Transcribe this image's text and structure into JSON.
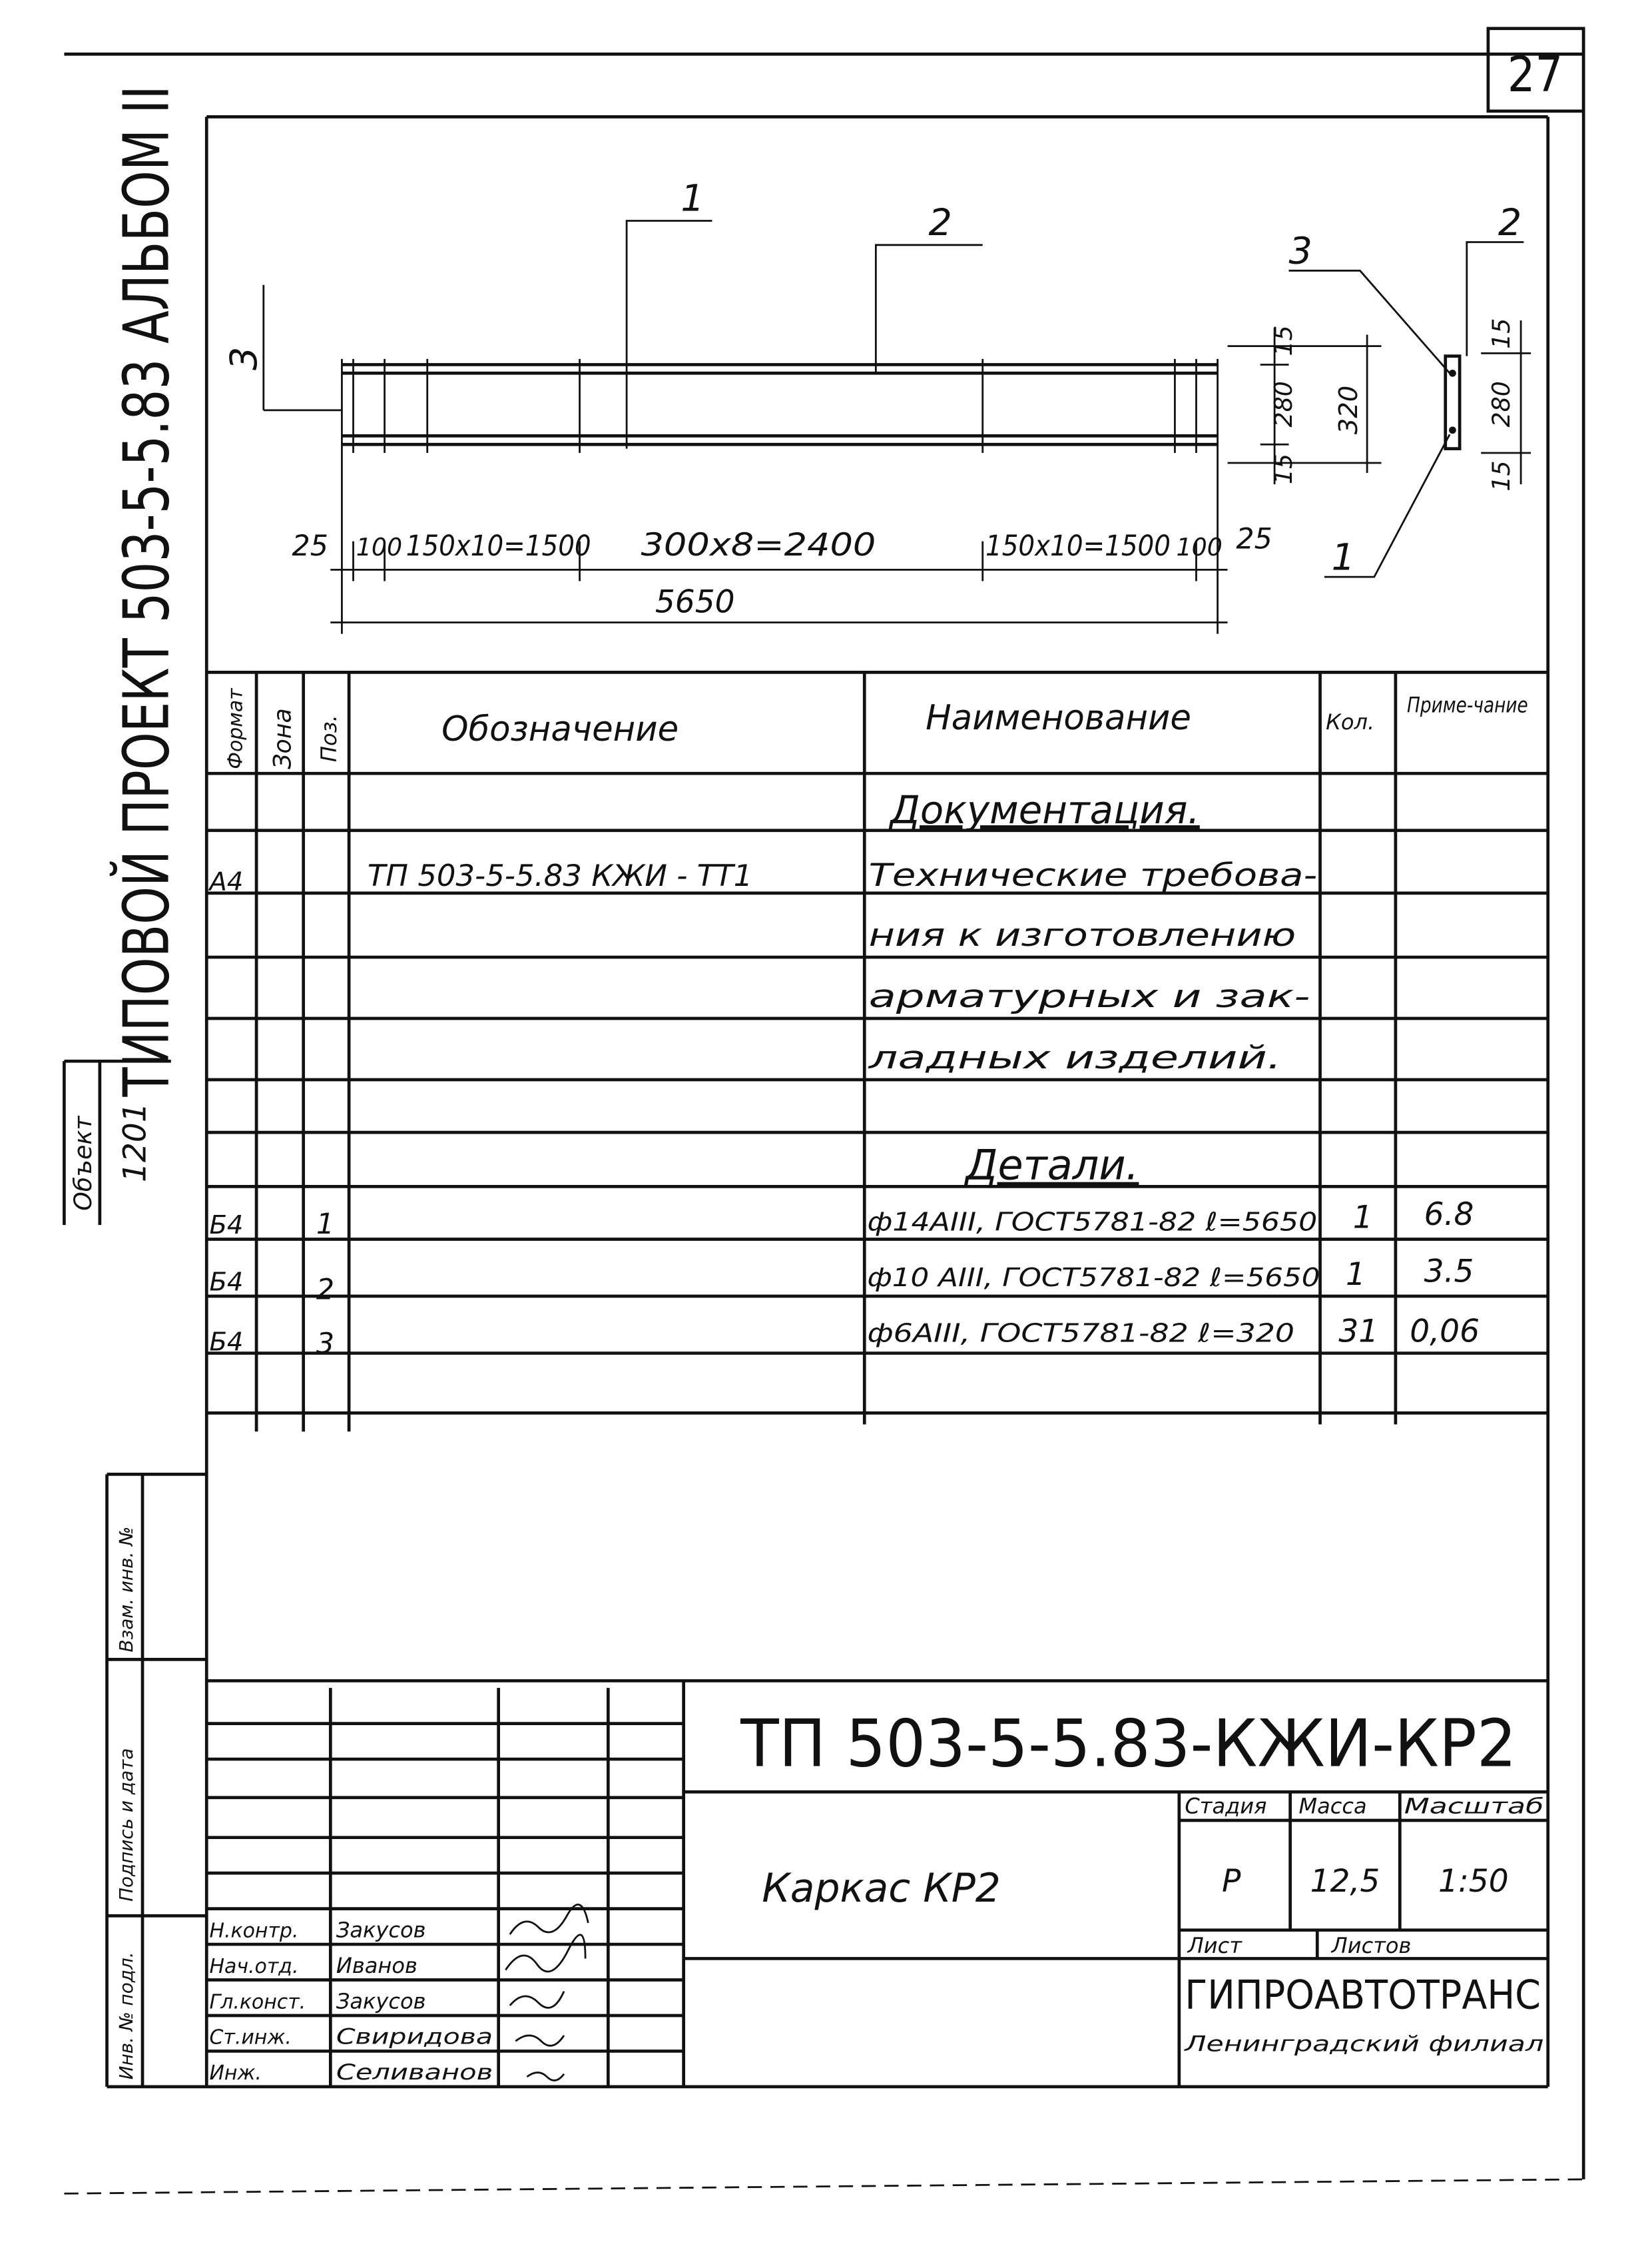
{
  "sheet_number": "27",
  "side_title": "ТИПОВОЙ ПРОЕКТ 503-5-5.83 АЛЬБОМ II",
  "object_box": {
    "label": "Объект",
    "value": "1201"
  },
  "left_strip": {
    "replaced_inv": "Взам. инв. №",
    "signature_date": "Подпись и дата",
    "inv_original": "Инв. № подл."
  },
  "drawing": {
    "leaders": {
      "pos1": "1",
      "pos2": "2",
      "pos3": "3"
    },
    "section_leaders": {
      "pos1": "1",
      "pos2": "2",
      "pos3": "3"
    },
    "dimensions": {
      "chain": [
        "25",
        "100",
        "150x10=1500",
        "300x8=2400",
        "150x10=1500",
        "100",
        "25"
      ],
      "overall": "5650",
      "height_parts": [
        "15",
        "280",
        "15"
      ],
      "height_total": "320",
      "section_parts": [
        "15",
        "280",
        "15"
      ]
    }
  },
  "spec_table": {
    "headers": {
      "format": "Формат",
      "zone": "Зона",
      "pos": "Поз.",
      "designation": "Обозначение",
      "name": "Наименование",
      "qty": "Кол.",
      "note": "Приме-чание"
    },
    "section_docs": "Документация.",
    "doc_row": {
      "format": "А4",
      "designation": "ТП 503-5-5.83  КЖИ - ТТ1",
      "name_lines": [
        "Технические требова-",
        "ния к изготовлению",
        "арматурных и зак-",
        "ладных  изделий."
      ]
    },
    "section_parts": "Детали.",
    "parts": [
      {
        "format": "Б4",
        "pos": "1",
        "name": "ф14АIII, ГОСТ5781-82 ℓ=5650",
        "qty": "1",
        "note": "6.8"
      },
      {
        "format": "Б4",
        "pos": "2",
        "name": "ф10 АIII, ГОСТ5781-82 ℓ=5650",
        "qty": "1",
        "note": "3.5"
      },
      {
        "format": "Б4",
        "pos": "3",
        "name": "ф6АIII, ГОСТ5781-82 ℓ=320",
        "qty": "31",
        "note": "0,06"
      }
    ]
  },
  "title_block": {
    "code": "ТП   503-5-5.83-КЖИ-КР2",
    "item_name": "Каркас КР2",
    "stage_label": "Стадия",
    "mass_label": "Масса",
    "scale_label": "Масштаб",
    "stage": "Р",
    "mass": "12,5",
    "scale": "1:50",
    "sheet_label": "Лист",
    "sheets_label": "Листов",
    "org": "ГИПРОАВТОТРАНС",
    "branch": "Ленинградский филиал",
    "signers": [
      {
        "role": "Н.контр.",
        "name": "Закусов"
      },
      {
        "role": "Нач.отд.",
        "name": "Иванов"
      },
      {
        "role": "Гл.конст.",
        "name": "Закусов"
      },
      {
        "role": "Ст.инж.",
        "name": "Свиридова"
      },
      {
        "role": "Инж.",
        "name": "Селиванов"
      }
    ]
  }
}
